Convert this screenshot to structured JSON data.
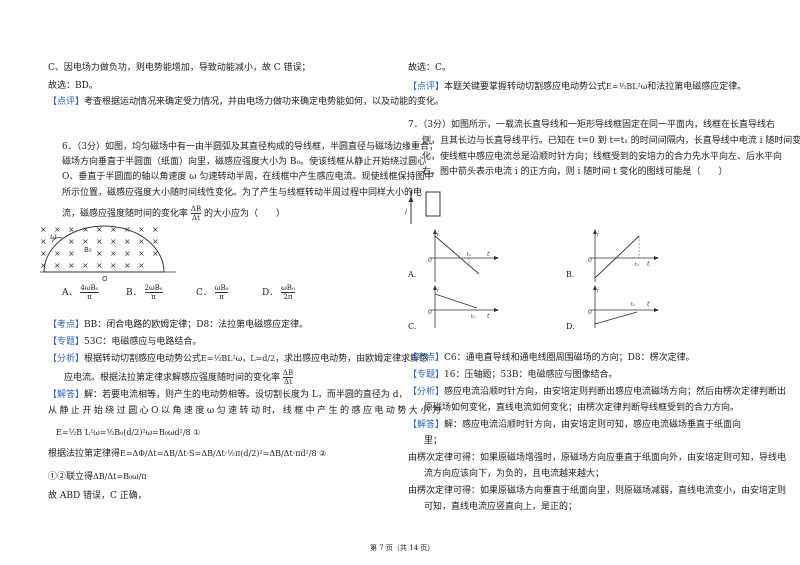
{
  "left": {
    "l1": "C、因电场力做负功，则电势能增加，导致动能减小，故 C 错误；",
    "l2": "故选：BD。",
    "dianping_tag": "【点评】",
    "dianping": "考查根据运动情况来确定受力情况，并由电场力做功来确定电势能如何，以及动能的变化。",
    "q6_1": "6．（3分）如图，均匀磁场中有一由半圆弧及其直径构成的导线框，半圆直径与磁场边缘重合；",
    "q6_2": "磁场方向垂直于半圆面（纸面）向里，磁感应强度大小为 B₀。使该线框从静止开始绕过圆心",
    "q6_3": "O、垂直于半圆面的轴以角速度 ω 匀速转动半周，在线框中产生感应电流。现使线框保持图中",
    "q6_4": "所示位置，磁感应强度大小随时间线性变化。为了产生与线框转动半周过程中同样大小的电",
    "q6_5": "流，磁感应强度随时间的变化率",
    "q6_5b": "的大小应为（　　）",
    "rate_num": "ΔB",
    "rate_den": "Δt",
    "fig_B0": "B₀",
    "fig_O": "O",
    "fig_w": "ω",
    "opt_A": "A．",
    "opt_A_val": "4ωB₀",
    "opt_B": "B．",
    "opt_B_val": "2ωB₀",
    "opt_C": "C．",
    "opt_C_val": "ωB₀",
    "opt_D": "D．",
    "opt_D_val": "ωB₀",
    "opt_D_den": "2π",
    "opt_pi": "π",
    "kaodian_tag": "【考点】",
    "kaodian": "BB：闭合电路的欧姆定律；D8：法拉第电磁感应定律。",
    "zhuanti_tag": "【专题】",
    "zhuanti": "53C：电磁感应与电路结合。",
    "fenxi_tag": "【分析】",
    "fenxi_1": "根据转动切割感应电动势公式",
    "fenxi_formula": "E=½BL²ω，L=d/2",
    "fenxi_1b": "，求出感应电动势，由欧姆定律求解感",
    "fenxi_2": "应电流。根据法拉第定律求解感应强度随时间的变化率",
    "jieda_tag": "【解答】",
    "jieda_1": "解：若要电流相等，则产生的电动势相等。设切割长度为 L，而半圆的直径为 d，",
    "jieda_2": "从 静 止 开 始 绕 过 圆 心 O 以 角 速 度 ω 匀 速 转 动 时， 线 框 中 产 生 的 感 应 电 动 势 大 小 为",
    "formula1": "E=½B L²ω=½B₀(d/2)²ω=B₀ωd²/8 ①",
    "jieda_3": "根据法拉第定律得",
    "formula2": "E=ΔΦ/Δt=ΔB/Δt·S=ΔB/Δt·½π(d/2)²=ΔB/Δt·πd²/8 ②",
    "jieda_4": "①②联立得",
    "formula3": "ΔB/Δt=B₀ω/π",
    "jieda_5": "故 ABD 错误，C 正确，"
  },
  "right": {
    "r1": "故选：C。",
    "dianping_tag": "【点评】",
    "dianping_a": "本题关键要掌握转动切割感应电动势公式",
    "dianping_formula": "E=½BL²ω",
    "dianping_b": "和法拉第电磁感应定律。",
    "q7_1": "7．（3分）如图所示，一载流长直导线和一矩形导线框固定在同一平面内，线框在长直导线右",
    "q7_2": "侧，且其长边与长直导线平行。已知在 t=0 到 t=t₁ 的时间间隔内，长直导线中电流 i 随时间变",
    "q7_3": "化，使线框中感应电流总是沿顺时针方向；线框受到的安培力的合力先水平向左、后水平向",
    "q7_4": "右。图中箭头表示电流 i 的正方向，则 i 随时间 t 变化的图线可能是（　　）",
    "fig_i": "i",
    "graph_i": "i",
    "graph_t": "t",
    "graph_0": "0",
    "graph_t1": "t₁",
    "gA": "A.",
    "gB": "B.",
    "gC": "C.",
    "gD": "D.",
    "kaodian_tag": "【考点】",
    "kaodian": "C6：通电直导线和通电线圈周围磁场的方向；D8：楞次定律。",
    "zhuanti_tag": "【专题】",
    "zhuanti": "16：压轴题；53B：电磁感应与图像结合。",
    "fenxi_tag": "【分析】",
    "fenxi_1": "感应电流沿顺时针方向，由安培定则判断出感应电流磁场方向；然后由楞次定律判断出",
    "fenxi_2": "原磁场如何变化，直线电流如何变化；由楞次定律判断导线框受到的合力方向。",
    "jieda_tag": "【解答】",
    "jieda_1": "解：",
    "jieda_2": "感应电流沿顺时针方向，由安培定则可知，感应电流磁场垂直于纸面向",
    "jieda_3": "里；",
    "jieda_4": "由楞次定律可得：如果原磁场增强时，原磁场方向应垂直于纸面向外，由安培定则可知，导线电",
    "jieda_5": "流方向应该向下，为负的，且电流越来越大；",
    "jieda_6": "由楞次定律可得：如果原磁场方向垂直于纸面向里，则原磁场减弱，直线电流变小，由安培定则",
    "jieda_7": "可知，直线电流应竖直向上，是正的；"
  },
  "footer": "第 7 页（共 14 页）"
}
